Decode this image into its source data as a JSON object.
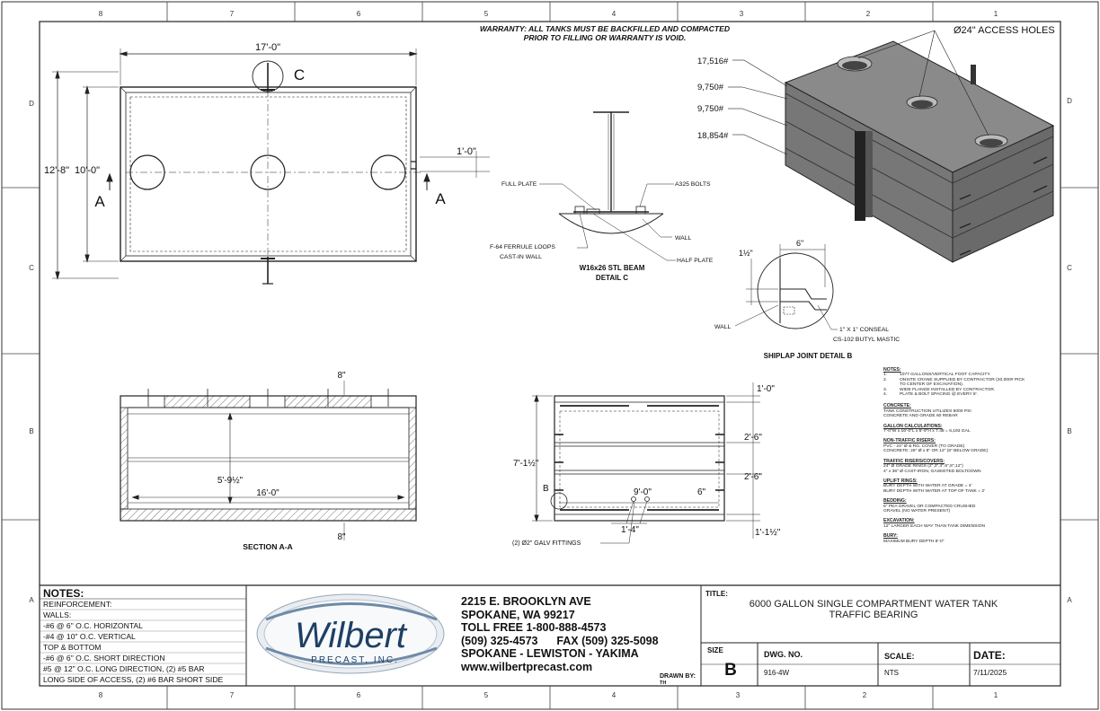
{
  "border": {
    "top_numbers": [
      "8",
      "7",
      "6",
      "5",
      "4",
      "3",
      "2",
      "1"
    ],
    "side_letters": [
      "D",
      "C",
      "B",
      "A"
    ]
  },
  "warranty": [
    "WARRANTY: ALL TANKS MUST BE BACKFILLED AND COMPACTED",
    "PRIOR TO FILLING OR WARRANTY IS VOID."
  ],
  "plan": {
    "length": "17'-0\"",
    "width_outer": "12'-8\"",
    "width_inner": "10'-0\"",
    "offset": "1'-0\"",
    "section_mark": "A",
    "detail_mark": "C"
  },
  "detail_c": {
    "title": "W16x26 STL BEAM",
    "subtitle": "DETAIL C",
    "full_plate": "FULL PLATE",
    "bolts": "A325 BOLTS",
    "wall": "WALL",
    "ferrule1": "F-64 FERRULE LOOPS",
    "ferrule2": "CAST-IN WALL",
    "half_plate": "HALF PLATE"
  },
  "iso": {
    "access": "Ø24\" ACCESS HOLES",
    "weights": [
      "17,516#",
      "9,750#",
      "9,750#",
      "18,854#"
    ]
  },
  "shiplap": {
    "title": "SHIPLAP JOINT DETAIL B",
    "dim_h": "1½\"",
    "dim_w": "6\"",
    "wall": "WALL",
    "seal1": "1\" X 1\" CONSEAL",
    "seal2": "CS-102 BUTYL MASTIC"
  },
  "section": {
    "title": "SECTION A-A",
    "top_thk": "8\"",
    "bot_thk": "8\"",
    "height": "5'-9½\"",
    "length": "16'-0\""
  },
  "elevation": {
    "height": "7'-1½\"",
    "d1": "1'-0\"",
    "d2": "2'-6\"",
    "d3": "2'-6\"",
    "d4": "1'-1½\"",
    "width": "9'-0\"",
    "d6": "6\"",
    "d7": "1'-4\"",
    "detail_mark": "B",
    "fittings": "(2) Ø2\" GALV FITTINGS"
  },
  "right_notes": {
    "notes_head": "NOTES:",
    "notes": [
      [
        "1.",
        "1077 GALLONS/VERTICAL FOOT CAPACITY."
      ],
      [
        "2.",
        "ONSITE CRANE SUPPLIED BY CONTRACTOR (20,000# PICK"
      ],
      [
        "",
        "TO CENTER OF EXCAVATION)."
      ],
      [
        "3.",
        "WIDE FLANGE INSTALLED BY CONTRACTOR."
      ],
      [
        "4.",
        "PLATE & BOLT SPACING @ EVERY 8'."
      ]
    ],
    "concrete_head": "CONCRETE:",
    "concrete": [
      "TANK CONSTRUCTION UTILIZES 6000 PSI",
      "CONCRETE AND GRADE 60 REBAR"
    ],
    "gallon_head": "GALLON CALCULATIONS:",
    "gallon": [
      "7'-0\"W x 16'-0\"L x 5'-9\"H x 7.48 = 6,193 GAL"
    ],
    "nontraffic_head": "NON-TRAFFIC RISERS:",
    "nontraffic": [
      "PVC - 24\" Ø & RG. COVER (TO GRADE)",
      "CONCRETE: 26\" Ø x 8\" OR 12\" (6\" BELOW GRADE)"
    ],
    "traffic_head": "TRAFFIC RISERS/COVERS:",
    "traffic": [
      "24\" Ø GRADE RINGS (2\",3\",4\",6\",8\",12\")",
      "4\" x 36\" Ø CAST-IRON, GASKETED BOLTDOWN"
    ],
    "uplift_head": "UPLIFT RINGS:",
    "uplift": [
      "BURY DEPTH WITH WATER AT GRADE = 4'",
      "BURY DEPTH WITH WATER AT TOP OF TANK = 2'"
    ],
    "bedding_head": "BEDDING:",
    "bedding": [
      "6\" PEA GRAVEL OR COMPACTED CRUSHED",
      "GRAVEL (NO WATER PRESENT)"
    ],
    "excavation_head": "EXCAVATION:",
    "excavation": [
      "12\" LARGER EACH WAY THAN TANK DIMENSION"
    ],
    "bury_head": "BURY:",
    "bury": [
      "MAXIMUM BURY DEPTH 8'-0\""
    ]
  },
  "title_block": {
    "notes_title": "NOTES:",
    "notes": [
      "REINFORCEMENT:",
      "WALLS:",
      "-#6 @   6\" O.C. HORIZONTAL",
      "-#4 @ 10\" O.C. VERTICAL",
      "TOP & BOTTOM",
      "-#6 @ 6\" O.C. SHORT DIRECTION",
      "#5 @ 12\" O.C. LONG DIRECTION, (2) #5 BAR",
      "LONG SIDE OF ACCESS, (2) #6 BAR SHORT SIDE"
    ],
    "logo_text": "Wilbert",
    "logo_sub": "PRECAST, INC.",
    "address": [
      "2215 E. BROOKLYN AVE",
      "SPOKANE, WA 99217",
      "TOLL FREE 1-800-888-4573",
      "(509) 325-4573      FAX (509) 325-5098",
      "SPOKANE - LEWISTON - YAKIMA",
      "www.wilbertprecast.com"
    ],
    "drawn_by_label": "DRAWN BY:",
    "drawn_by": "TH",
    "title_label": "TITLE:",
    "title_1": "6000 GALLON SINGLE COMPARTMENT WATER TANK",
    "title_2": "TRAFFIC BEARING",
    "size_label": "SIZE",
    "size": "B",
    "dwg_label": "DWG.  NO.",
    "dwg": "916-4W",
    "scale_label": "SCALE:",
    "scale": "NTS",
    "date_label": "DATE:",
    "date": "7/11/2025"
  }
}
